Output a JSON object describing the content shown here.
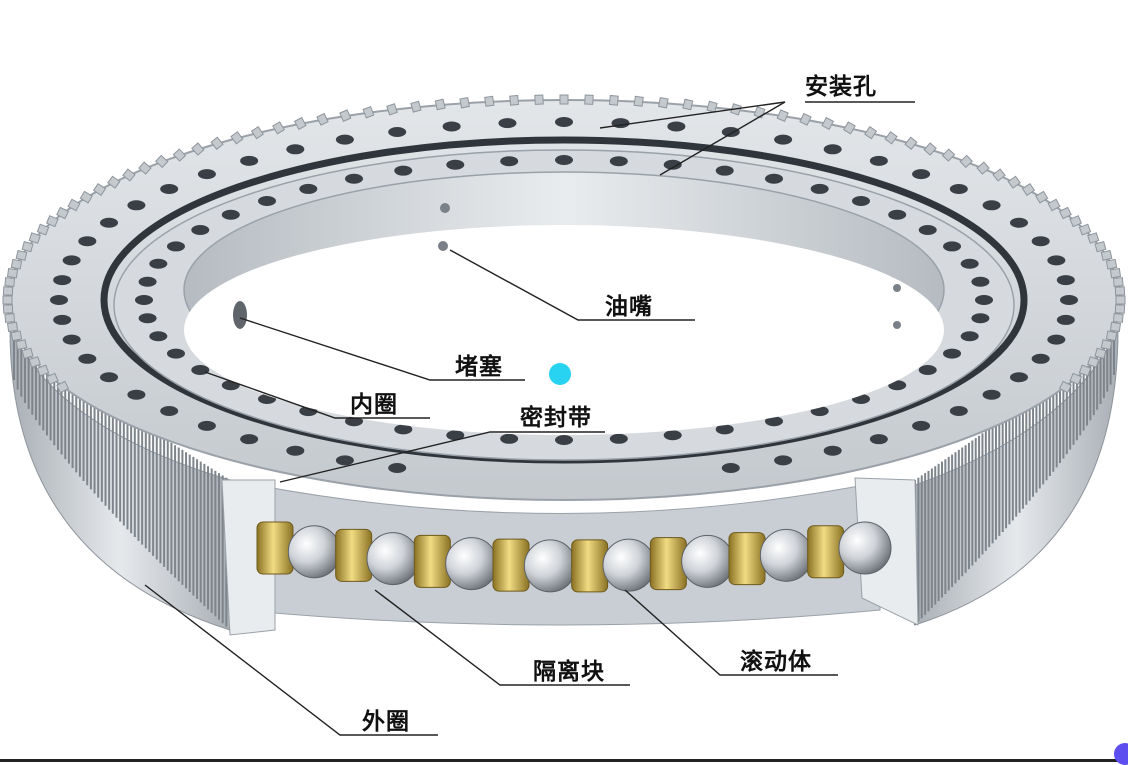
{
  "labels": {
    "mounting_hole": "安装孔",
    "grease_nipple": "油嘴",
    "plug": "堵塞",
    "inner_ring": "内圈",
    "seal": "密封带",
    "spacer": "隔离块",
    "rolling_element": "滚动体",
    "outer_ring": "外圈"
  },
  "colors": {
    "ring_metal": "#c9ced4",
    "ring_shadow": "#8e959c",
    "roller_brass": "#d4b64a",
    "ball_steel": "#cfd3d8",
    "leader_line": "#222222",
    "marker_dot": "#27d3f0"
  }
}
